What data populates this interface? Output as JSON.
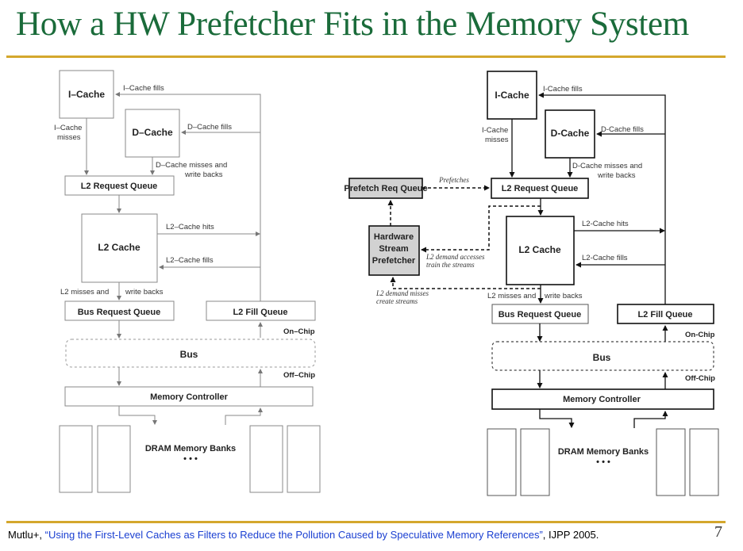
{
  "slide": {
    "title": "How a HW Prefetcher Fits in the Memory System",
    "page_number": "7",
    "accent_color": "#1a6b3a",
    "rule_color": "#d4a72c"
  },
  "footer": {
    "authors": "Mutlu+, ",
    "link_text": "“Using the First-Level Caches as Filters to Reduce the Pollution Caused by Speculative Memory References”",
    "venue": ", IJPP 2005."
  },
  "left_diagram": {
    "icache": "I–Cache",
    "dcache": "D–Cache",
    "icache_fills": "I–Cache fills",
    "dcache_fills": "D–Cache fills",
    "icache_misses_1": "I–Cache",
    "icache_misses_2": "misses",
    "dcache_misses_1": "D–Cache misses and",
    "dcache_misses_2": "write backs",
    "l2_request_queue": "L2 Request Queue",
    "l2_cache": "L2 Cache",
    "l2_hits": "L2–Cache hits",
    "l2_fills": "L2–Cache fills",
    "l2_misses": "L2 misses and",
    "write_backs": "write backs",
    "bus_request_queue": "Bus Request Queue",
    "l2_fill_queue": "L2 Fill Queue",
    "on_chip": "On–Chip",
    "bus": "Bus",
    "off_chip": "Off–Chip",
    "memory_controller": "Memory Controller",
    "dram_banks": "DRAM Memory Banks",
    "ellipsis": "• • •"
  },
  "right_diagram": {
    "icache": "I-Cache",
    "dcache": "D-Cache",
    "icache_fills": "I-Cache fills",
    "dcache_fills": "D-Cache fills",
    "icache_misses_1": "I-Cache",
    "icache_misses_2": "misses",
    "dcache_misses_1": "D-Cache misses and",
    "dcache_misses_2": "write backs",
    "prefetch_req_queue": "Prefetch Req Queue",
    "prefetches": "Prefetches",
    "l2_request_queue": "L2 Request Queue",
    "hw_prefetcher_1": "Hardware",
    "hw_prefetcher_2": "Stream",
    "hw_prefetcher_3": "Prefetcher",
    "train_1": "L2 demand accesses",
    "train_2": "train the streams",
    "create_1": "L2 demand misses",
    "create_2": "create streams",
    "l2_cache": "L2 Cache",
    "l2_hits": "L2-Cache hits",
    "l2_fills": "L2-Cache fills",
    "l2_misses": "L2 misses and",
    "write_backs": "write backs",
    "bus_request_queue": "Bus Request Queue",
    "l2_fill_queue": "L2 Fill Queue",
    "on_chip": "On-Chip",
    "bus": "Bus",
    "off_chip": "Off-Chip",
    "memory_controller": "Memory Controller",
    "dram_banks": "DRAM Memory Banks",
    "ellipsis": "• • •"
  }
}
